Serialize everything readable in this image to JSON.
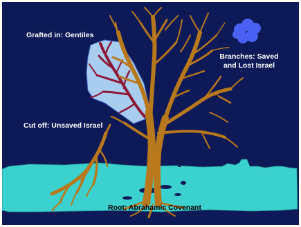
{
  "labels": {
    "grafted": "Grafted in: Gentiles",
    "branches_line1": "Branches: Saved",
    "branches_line2": "and Lost Israel",
    "cutoff": "Cut off: Unsaved Israel",
    "root": "Root: Abrahamic Covenant"
  },
  "colors": {
    "background": "#0d1a57",
    "ground": "#3bd1cf",
    "tree": "#b8781c",
    "grafted_patch": "#a9cdee",
    "grafted_branch": "#8c1739",
    "cloud": "#4a60f2",
    "label_text": "#ffffff"
  }
}
